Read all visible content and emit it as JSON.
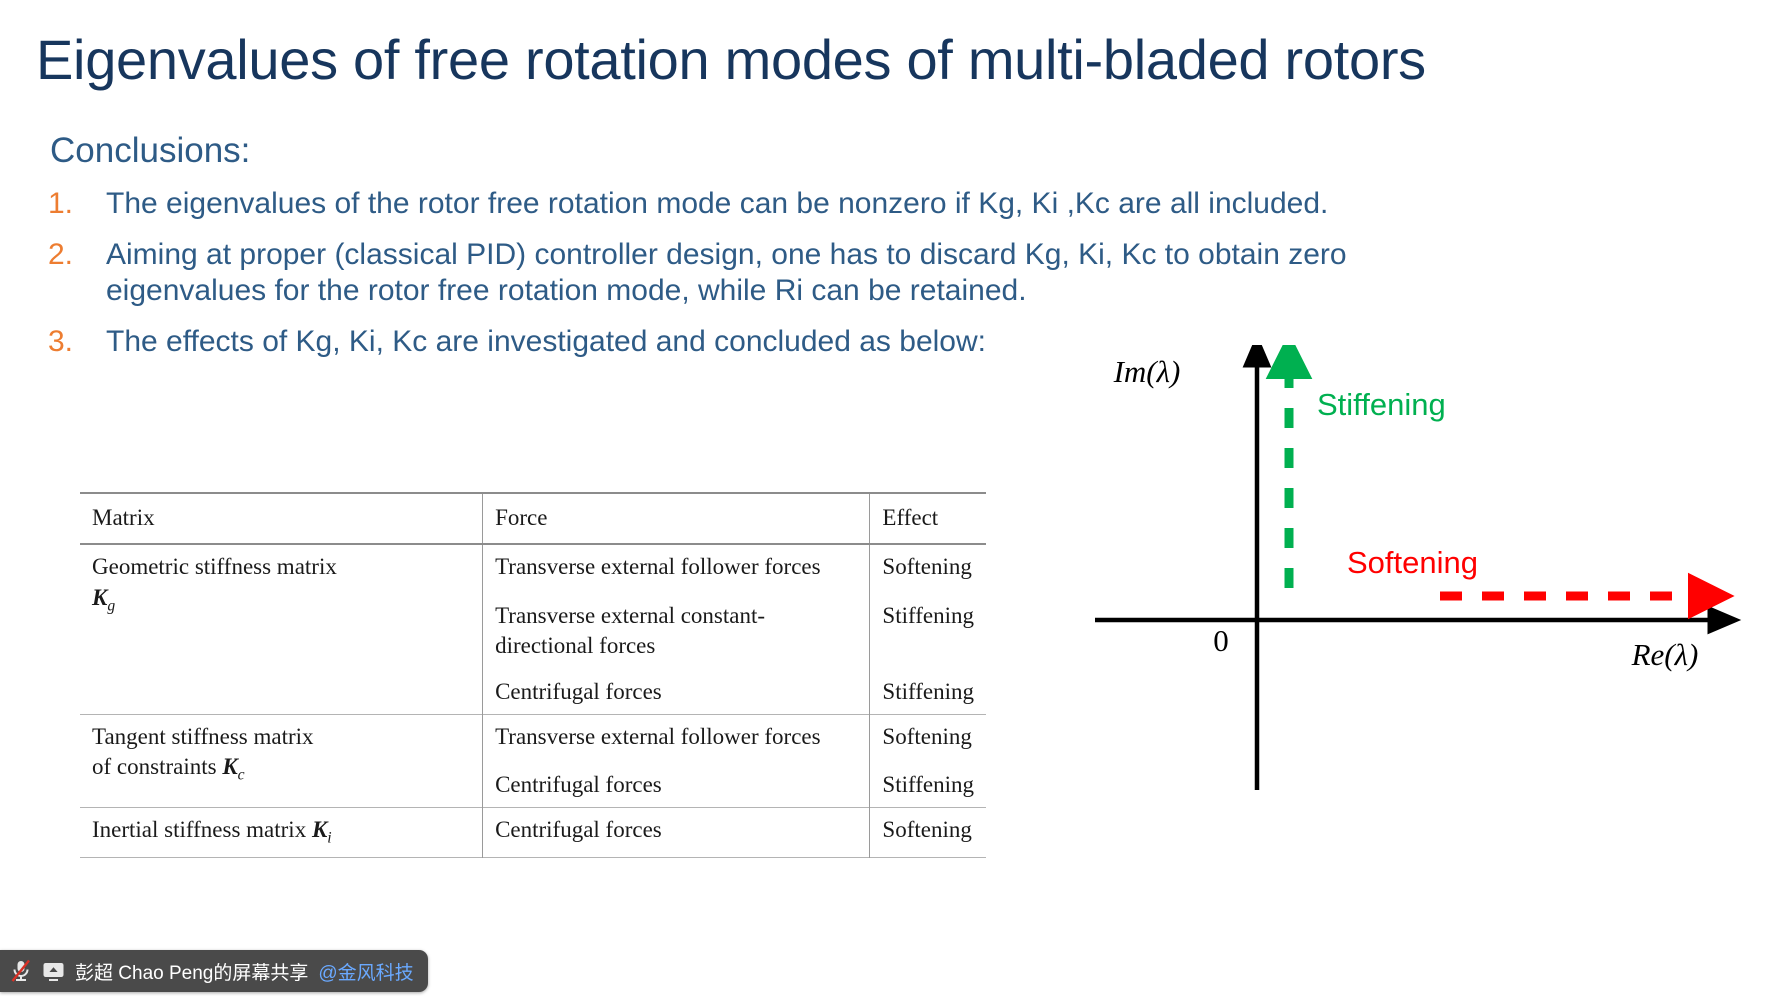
{
  "slide": {
    "title": "Eigenvalues of free rotation modes of multi-bladed rotors",
    "conclusions_heading": "Conclusions:",
    "conclusions": [
      {
        "number": "1.",
        "text": "The eigenvalues of the rotor free rotation mode can be nonzero if Kg, Ki ,Kc are all included."
      },
      {
        "number": "2.",
        "text": "Aiming at proper (classical PID) controller design, one has to discard Kg, Ki, Kc to obtain zero eigenvalues for the rotor free rotation mode, while Ri can be retained."
      },
      {
        "number": "3.",
        "text": "The effects of Kg, Ki, Kc are investigated and concluded as below:"
      }
    ]
  },
  "table": {
    "headers": [
      "Matrix",
      "Force",
      "Effect"
    ],
    "rows": [
      {
        "matrix_line1": "Geometric stiffness matrix",
        "matrix_symbol": "K",
        "matrix_subscript": "g",
        "matrix_symbol_inline": false,
        "entries": [
          {
            "force": "Transverse external follower forces",
            "effect": "Softening"
          },
          {
            "force": "Transverse external constant-directional forces",
            "effect": "Stiffening"
          },
          {
            "force": "Centrifugal forces",
            "effect": "Stiffening"
          }
        ]
      },
      {
        "matrix_line1": "Tangent stiffness matrix",
        "matrix_line2": "of constraints",
        "matrix_symbol": "K",
        "matrix_subscript": "c",
        "matrix_symbol_inline": true,
        "entries": [
          {
            "force": "Transverse external follower forces",
            "effect": "Softening"
          },
          {
            "force": "Centrifugal forces",
            "effect": "Stiffening"
          }
        ]
      },
      {
        "matrix_line1": "Inertial stiffness matrix",
        "matrix_symbol": "K",
        "matrix_subscript": "i",
        "matrix_symbol_inline": true,
        "entries": [
          {
            "force": "Centrifugal forces",
            "effect": "Softening"
          }
        ]
      }
    ]
  },
  "diagram": {
    "imaginary_axis_label": "Im(λ)",
    "real_axis_label": "Re(λ)",
    "origin_label": "0",
    "stiffening_label": "Stiffening",
    "softening_label": "Softening",
    "stiffening_color": "#00B050",
    "softening_color": "#FF0000",
    "axis_color": "#000000"
  },
  "share_bar": {
    "mic_icon": "microphone-muted-icon",
    "screen_icon": "screen-share-icon",
    "presenter": "彭超 Chao Peng的屏幕共享",
    "organization": "@金风科技",
    "background": "#4a4a4a",
    "org_color": "#6aa9ff"
  },
  "colors": {
    "title": "#17365D",
    "body_text": "#2E5B86",
    "number": "#ED7D31"
  }
}
